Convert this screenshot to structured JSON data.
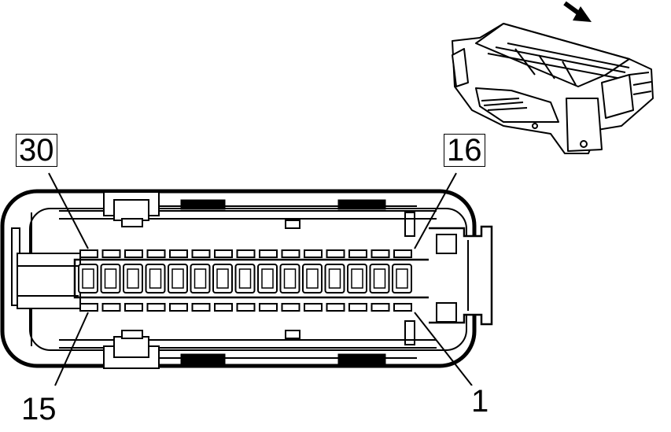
{
  "diagram": {
    "pin_labels": {
      "top_left": "30",
      "top_right": "16",
      "bottom_left": "15",
      "bottom_right": "1"
    },
    "pins_per_row": 15,
    "rows": 2,
    "icons": {
      "direction_arrow": "arrow-down-right-icon",
      "connector_perspective": "connector-3d-icon"
    },
    "colors": {
      "line": "#000000",
      "background": "#ffffff"
    }
  }
}
